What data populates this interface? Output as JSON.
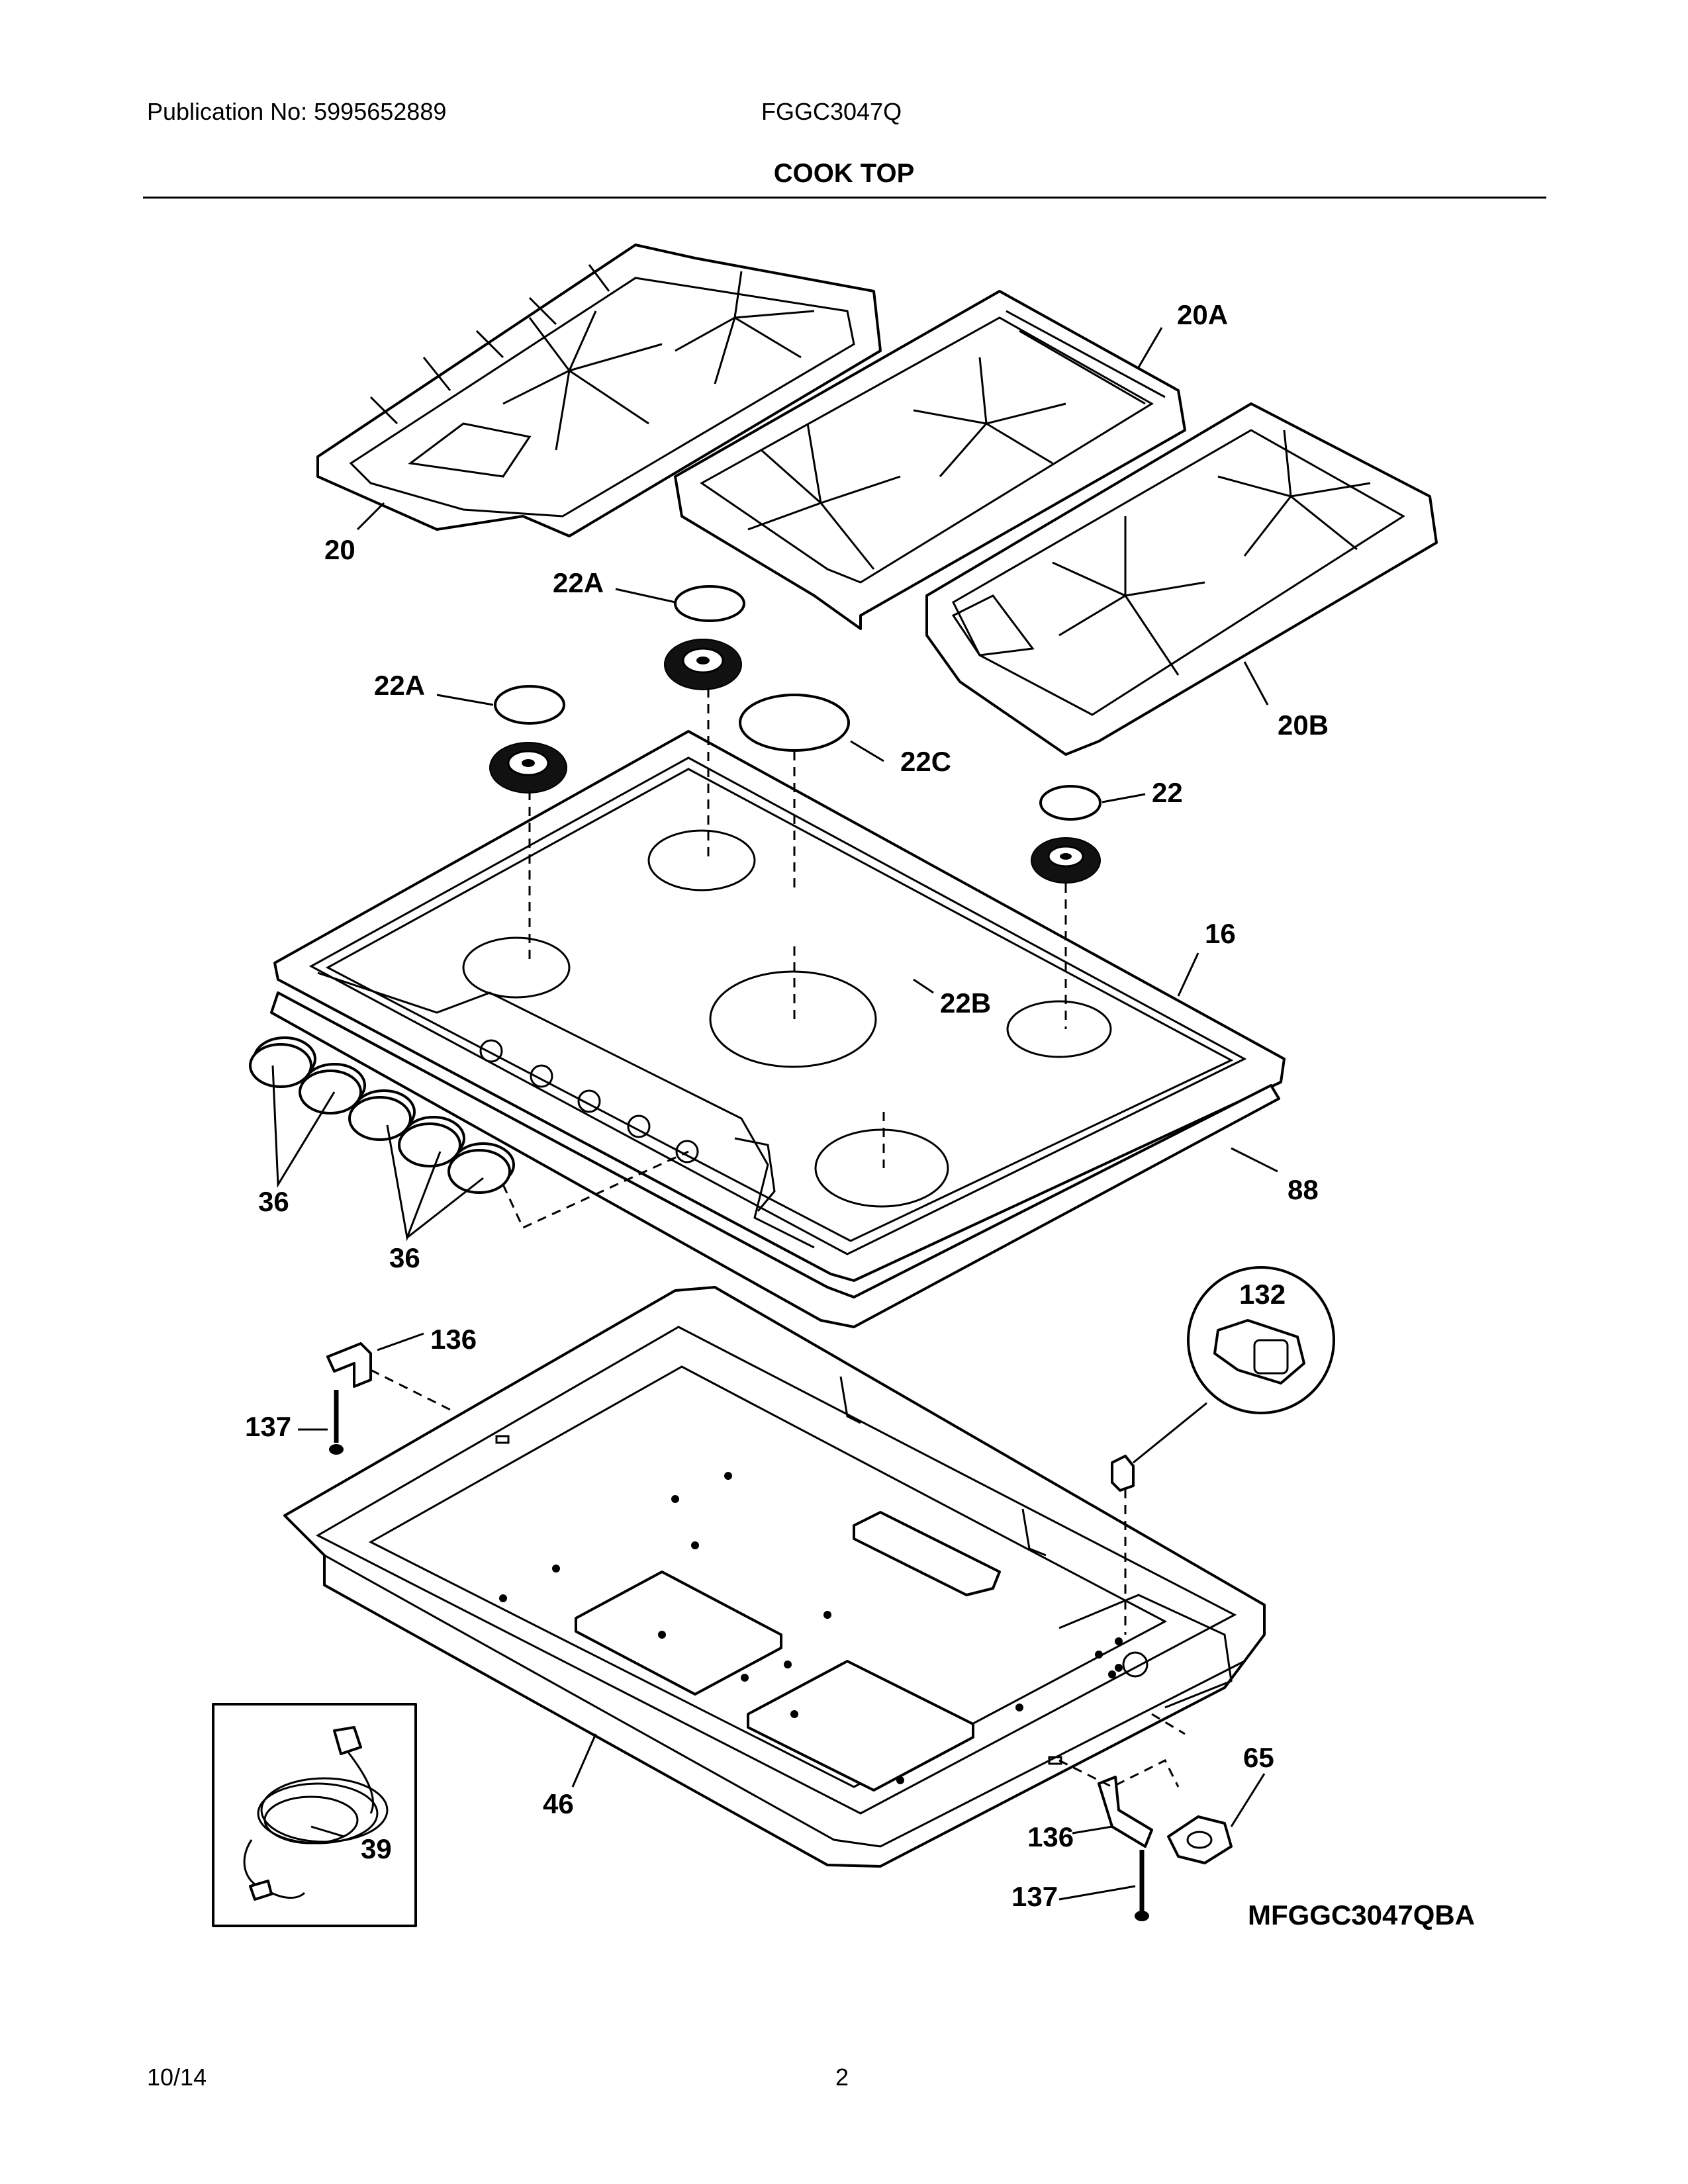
{
  "header": {
    "publication": "Publication No: 5995652889",
    "model": "FGGC3047Q",
    "section": "COOK TOP"
  },
  "footer": {
    "date": "10/14",
    "page": "2"
  },
  "diagram_code": "MFGGC3047QBA",
  "callouts": {
    "c20": "20",
    "c20A": "20A",
    "c20B": "20B",
    "c22A_top": "22A",
    "c22A_left": "22A",
    "c22C": "22C",
    "c22": "22",
    "c16": "16",
    "c22B": "22B",
    "c88": "88",
    "c36_a": "36",
    "c36_b": "36",
    "c136_top": "136",
    "c137_top": "137",
    "c132": "132",
    "c65": "65",
    "c136_bot": "136",
    "c137_bot": "137",
    "c46": "46",
    "c39": "39"
  }
}
